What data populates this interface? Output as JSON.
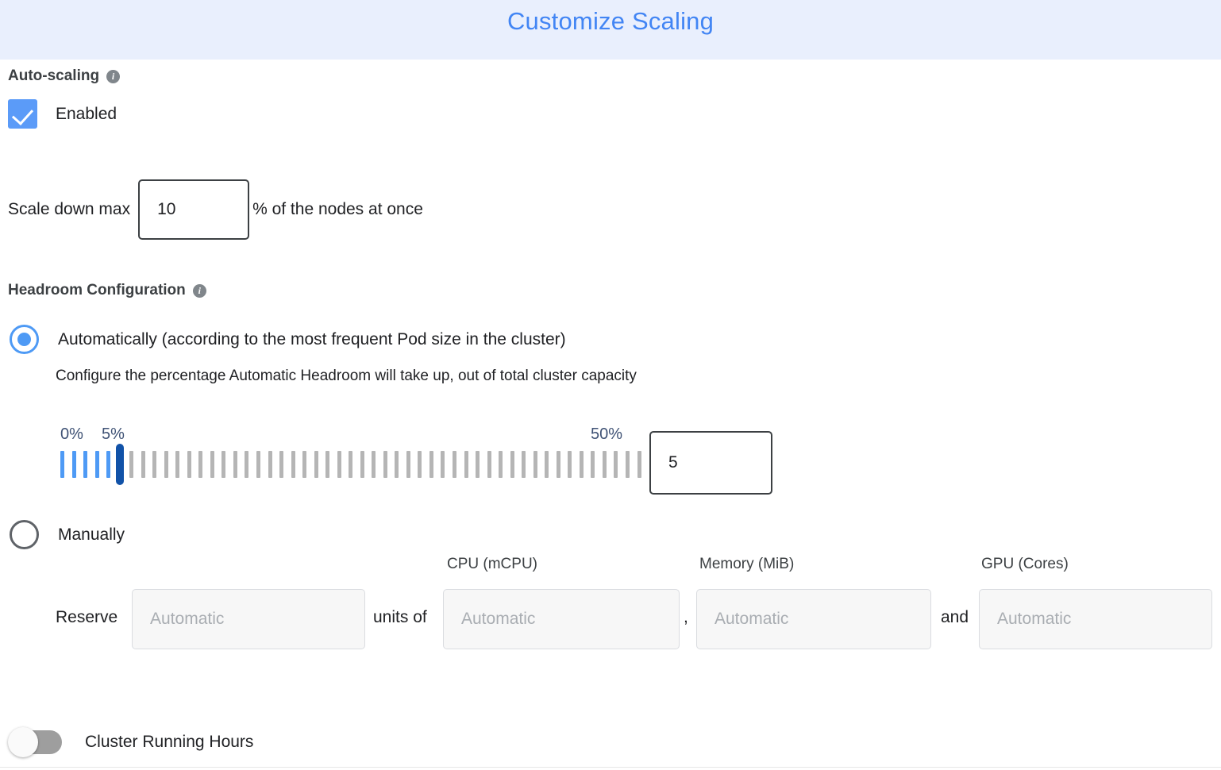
{
  "header": {
    "title": "Customize Scaling",
    "title_color": "#4285f4",
    "background_color": "#e9effd"
  },
  "autoscaling": {
    "heading": "Auto-scaling",
    "info_icon": "info-icon",
    "info_glyph": "i",
    "checkbox": {
      "label": "Enabled",
      "checked": true,
      "color": "#5b9bf8"
    },
    "scale_down": {
      "prefix_label": "Scale down max",
      "value": "10",
      "suffix_label": "% of the nodes at once"
    }
  },
  "headroom": {
    "heading": "Headroom Configuration",
    "info_icon": "info-icon",
    "info_glyph": "i",
    "options": [
      {
        "id": "automatic",
        "label": "Automatically (according to the most frequent Pod size in the cluster)",
        "selected": true,
        "description": "Configure the percentage Automatic Headroom will take up, out of total cluster capacity"
      },
      {
        "id": "manual",
        "label": "Manually",
        "selected": false
      }
    ],
    "slider": {
      "min_label": "0%",
      "current_label": "5%",
      "max_label": "50%",
      "min": 0,
      "max": 50,
      "value": 5,
      "tick_count": 51,
      "filled_color": "#4e9af5",
      "empty_color": "#b5b5b5",
      "thumb_color": "#1152a8",
      "label_color": "#3f5275",
      "input_value": "5"
    },
    "manual_reserve": {
      "reserve_label": "Reserve",
      "units_of_label": "units of",
      "comma_label": ",",
      "and_label": "and",
      "fields": [
        {
          "name": "units",
          "column_label": "",
          "placeholder": "Automatic",
          "value": "",
          "disabled": true
        },
        {
          "name": "cpu",
          "column_label": "CPU (mCPU)",
          "placeholder": "Automatic",
          "value": "",
          "disabled": true
        },
        {
          "name": "memory",
          "column_label": "Memory (MiB)",
          "placeholder": "Automatic",
          "value": "",
          "disabled": true
        },
        {
          "name": "gpu",
          "column_label": "GPU (Cores)",
          "placeholder": "Automatic",
          "value": "",
          "disabled": true
        }
      ]
    }
  },
  "cluster_running_hours": {
    "label": "Cluster Running Hours",
    "enabled": false,
    "track_color": "#9e9e9e"
  }
}
